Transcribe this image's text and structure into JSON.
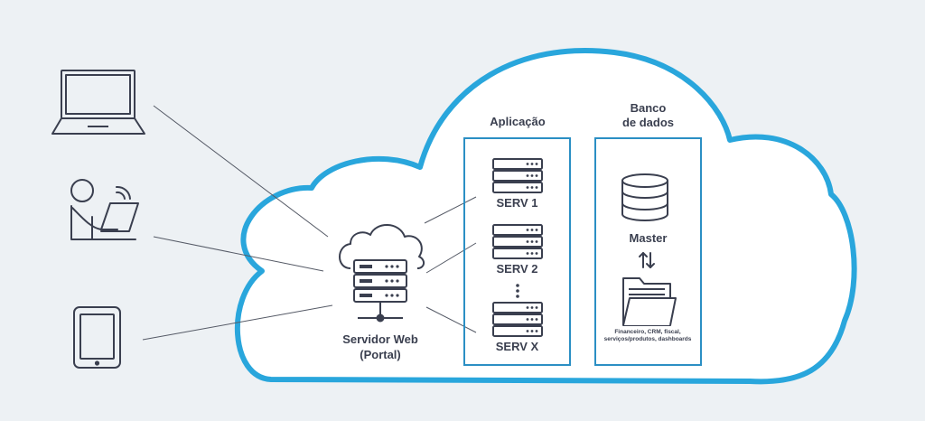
{
  "labels": {
    "aplicacao": "Aplicação",
    "banco_line1": "Banco",
    "banco_line2": "de dados",
    "serv1": "SERV 1",
    "serv2": "SERV 2",
    "servx": "SERV X",
    "servidor_line1": "Servidor Web",
    "servidor_line2": "(Portal)",
    "master": "Master",
    "db_desc_line1": "Financeiro, CRM, fiscal,",
    "db_desc_line2": "serviços/produtos, dashboards"
  },
  "icons": [
    "laptop-icon",
    "person-at-laptop-icon",
    "tablet-icon",
    "cloud-server-icon",
    "server-rack-icon",
    "vertical-dots-icon",
    "database-icon",
    "sync-arrows-icon",
    "folder-icon"
  ],
  "colors": {
    "background": "#edf1f4",
    "cloud_stroke": "#29a6dc",
    "cloud_fill": "#ffffff",
    "box_stroke": "#2b8fc4",
    "icon_stroke": "#3a3f4f",
    "text": "#3a3f4f"
  }
}
